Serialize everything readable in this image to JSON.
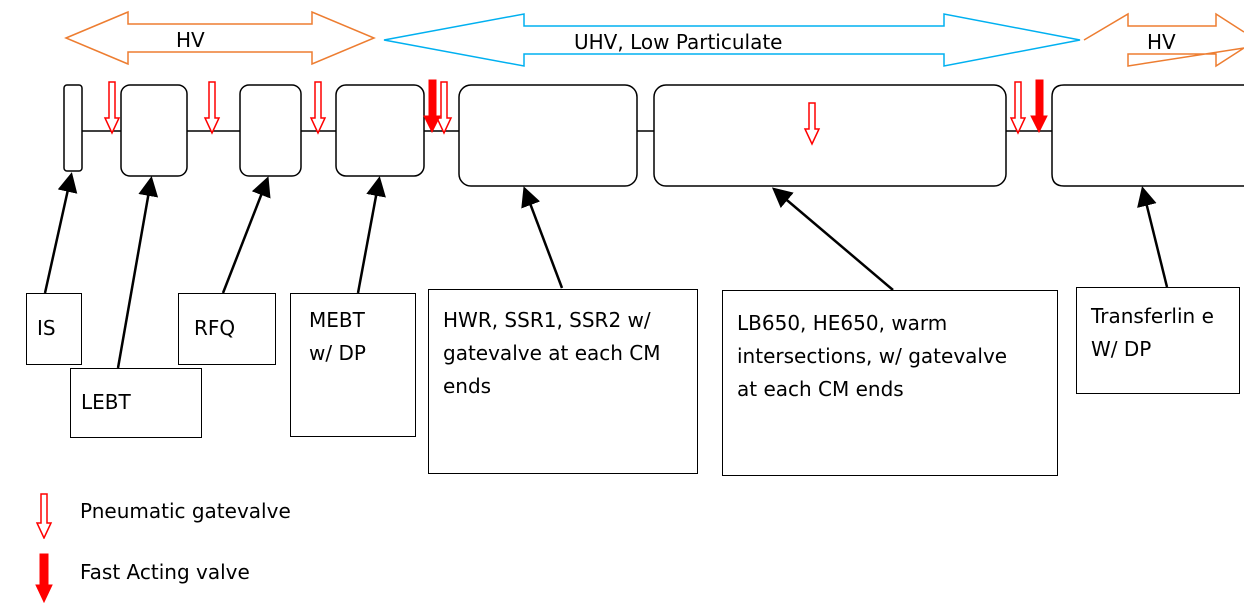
{
  "regions": {
    "hv_left": "HV",
    "uhv": "UHV, Low Particulate",
    "hv_right": "HV"
  },
  "labels": {
    "is": "IS",
    "lebt": "LEBT",
    "rfq": "RFQ",
    "mebt": "MEBT w/ DP",
    "hwr": "HWR, SSR1, SSR2 w/ gatevalve at each CM ends",
    "lb650": "LB650, HE650, warm intersections, w/ gatevalve at each CM ends",
    "transfer": "Transferlin e W/ DP"
  },
  "legend": {
    "pneumatic": "Pneumatic gatevalve",
    "fast": "Fast Acting valve"
  },
  "colors": {
    "hv_arrow": "#ed7d31",
    "uhv_arrow": "#00b0f0",
    "valve": "#ff0000",
    "line": "#000000"
  }
}
